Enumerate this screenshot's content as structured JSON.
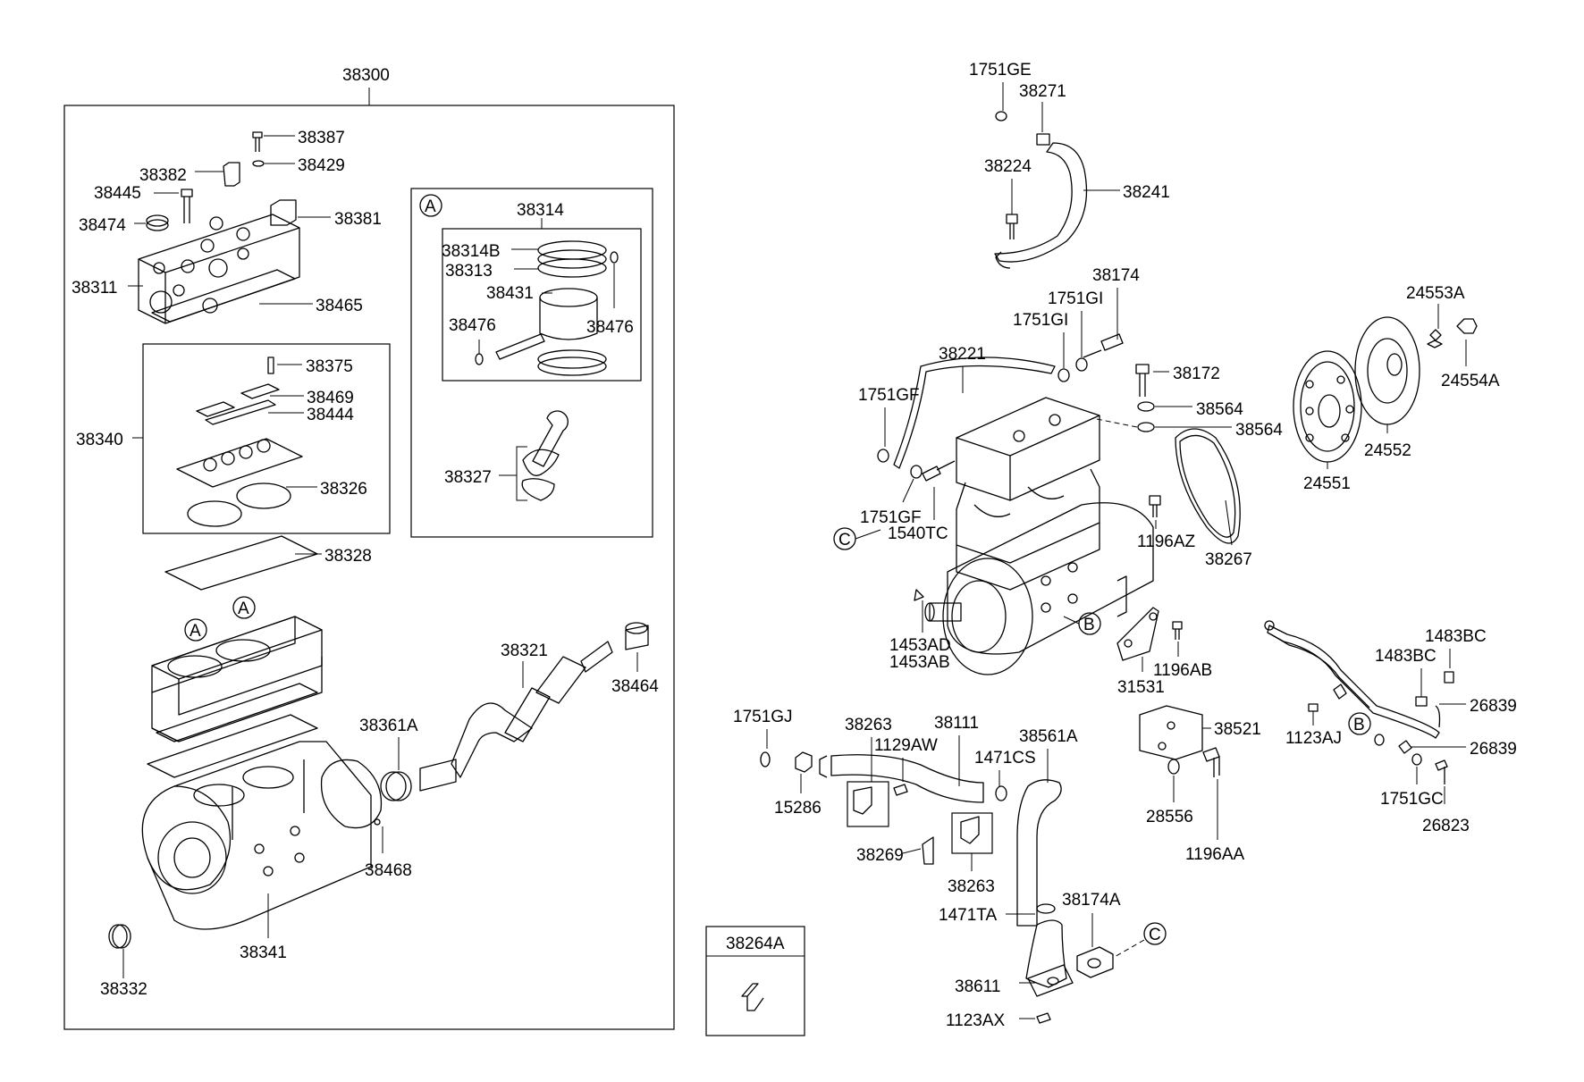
{
  "callouts": {
    "a": "A",
    "b": "B",
    "c": "C"
  },
  "labels": {
    "l38300": "38300",
    "l38387": "38387",
    "l38429": "38429",
    "l38382": "38382",
    "l38445": "38445",
    "l38381": "38381",
    "l38474": "38474",
    "l38311": "38311",
    "l38465": "38465",
    "l38375": "38375",
    "l38469": "38469",
    "l38444": "38444",
    "l38340": "38340",
    "l38326": "38326",
    "l38328": "38328",
    "l38314": "38314",
    "l38314b": "38314B",
    "l38313": "38313",
    "l38431": "38431",
    "l38476a": "38476",
    "l38476b": "38476",
    "l38327": "38327",
    "l38321": "38321",
    "l38464": "38464",
    "l38361a": "38361A",
    "l38468": "38468",
    "l38341": "38341",
    "l38332": "38332",
    "l38264a": "38264A",
    "l1751ge": "1751GE",
    "l38271": "38271",
    "l38224": "38224",
    "l38241": "38241",
    "l38174": "38174",
    "l1751gi_a": "1751GI",
    "l1751gi_b": "1751GI",
    "l38221": "38221",
    "l38172": "38172",
    "l38564a": "38564",
    "l38564b": "38564",
    "l1751gf_a": "1751GF",
    "l1751gf_b": "1751GF",
    "l1540tc": "1540TC",
    "l1196az": "1196AZ",
    "l38267": "38267",
    "l24553a": "24553A",
    "l24554a": "24554A",
    "l24552": "24552",
    "l24551": "24551",
    "l1453ad": "1453AD",
    "l1453ab": "1453AB",
    "l1196ab": "1196AB",
    "l31531": "31531",
    "l1483bc_a": "1483BC",
    "l1483bc_b": "1483BC",
    "l26839_a": "26839",
    "l26839_b": "26839",
    "l1123aj": "1123AJ",
    "l1751gc": "1751GC",
    "l26823": "26823",
    "l38521": "38521",
    "l28556": "28556",
    "l1196aa": "1196AA",
    "l1751gj": "1751GJ",
    "l15286": "15286",
    "l38263a": "38263",
    "l38111": "38111",
    "l1129aw": "1129AW",
    "l1471cs": "1471CS",
    "l38561a": "38561A",
    "l38269": "38269",
    "l38263b": "38263",
    "l1471ta": "1471TA",
    "l38174a": "38174A",
    "l38611": "38611",
    "l1123ax": "1123AX"
  }
}
